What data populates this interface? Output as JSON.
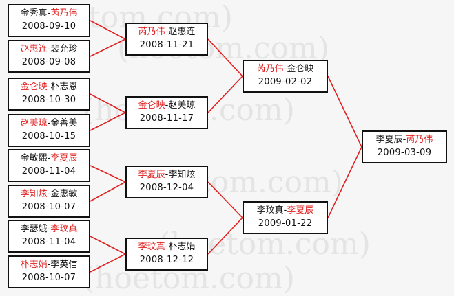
{
  "watermark": "(hoetom.com)",
  "colors": {
    "winner": "#e12020",
    "other": "#111111",
    "line": "#e12020"
  },
  "rounds": [
    [
      {
        "p1": "金秀真",
        "p2": "芮乃伟",
        "winner": 2,
        "date": "2008-09-10"
      },
      {
        "p1": "赵惠连",
        "p2": "裴允珍",
        "winner": 1,
        "date": "2008-09-08"
      },
      {
        "p1": "金仑映",
        "p2": "朴志恩",
        "winner": 1,
        "date": "2008-10-30"
      },
      {
        "p1": "赵美琼",
        "p2": "金善美",
        "winner": 1,
        "date": "2008-10-15"
      },
      {
        "p1": "金敏熙",
        "p2": "李夏辰",
        "winner": 2,
        "date": "2008-11-04"
      },
      {
        "p1": "李知炫",
        "p2": "金惠敏",
        "winner": 1,
        "date": "2008-10-07"
      },
      {
        "p1": "李瑟娥",
        "p2": "李玟真",
        "winner": 2,
        "date": "2008-11-04"
      },
      {
        "p1": "朴志娟",
        "p2": "李英信",
        "winner": 1,
        "date": "2008-10-07"
      }
    ],
    [
      {
        "p1": "芮乃伟",
        "p2": "赵惠连",
        "winner": 1,
        "date": "2008-11-21"
      },
      {
        "p1": "金仑映",
        "p2": "赵美琼",
        "winner": 1,
        "date": "2008-11-17"
      },
      {
        "p1": "李夏辰",
        "p2": "李知炫",
        "winner": 1,
        "date": "2008-12-04"
      },
      {
        "p1": "李玟真",
        "p2": "朴志娟",
        "winner": 1,
        "date": "2008-12-12"
      }
    ],
    [
      {
        "p1": "芮乃伟",
        "p2": "金仑映",
        "winner": 1,
        "date": "2009-02-02"
      },
      {
        "p1": "李玟真",
        "p2": "李夏辰",
        "winner": 2,
        "date": "2009-01-22"
      }
    ],
    [
      {
        "p1": "李夏辰",
        "p2": "芮乃伟",
        "winner": 2,
        "date": "2009-03-09"
      }
    ]
  ]
}
